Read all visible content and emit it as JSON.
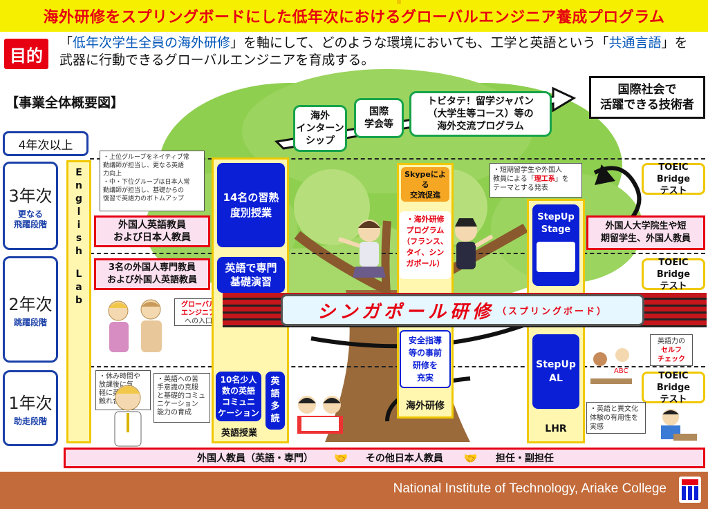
{
  "header": {
    "title": "海外研修をスプリングボードにした低年次におけるグローバルエンジニア養成プログラム"
  },
  "purpose": {
    "badge": "目的",
    "line1_pre": "「",
    "line1_hl1": "低年次学生全員の海外研修",
    "line1_mid": "」を軸にして、どのような環境においても、工学と英語という「",
    "line1_hl2": "共通言語",
    "line1_post": "」を",
    "line2": "武器に行動できるグローバルエンジニアを育成する。"
  },
  "overview_label": "【事業全体概要図】",
  "goal": {
    "line1": "国際社会で",
    "line2": "活躍できる技術者"
  },
  "top_programs": {
    "internship": [
      "海外",
      "インターン",
      "シップ"
    ],
    "conference": [
      "国際",
      "学会等"
    ],
    "tobitate": [
      "トビタテ！留学ジャパン",
      "（大学生等コース）等の",
      "海外交流プログラム"
    ]
  },
  "stages": {
    "year4": "4年次以上",
    "year3": {
      "label": "3年次",
      "sub": [
        "更なる",
        "飛躍段階"
      ]
    },
    "year2": {
      "label": "2年次",
      "sub": [
        "跳躍段階"
      ]
    },
    "year1": {
      "label": "1年次",
      "sub": [
        "助走段階"
      ]
    }
  },
  "english_lab": {
    "letters": [
      "E",
      "n",
      "g",
      "l",
      "i",
      "s",
      "h",
      "",
      "L",
      "a",
      "b"
    ]
  },
  "notes": {
    "year3_top": [
      "・上位グループをネイティブ常",
      "勤講師が担当し、更なる英語",
      "力向上",
      "・中・下位グループは日本人常",
      "勤講師が担当し、基礎からの",
      "復習で英語力のボトムアップ"
    ],
    "year1_lab": [
      "・休み時間や",
      "放課後に気",
      "軽に英語と",
      "触れ合う場"
    ],
    "year1_english": [
      "・英語への苦",
      "手意識の克服",
      "と基礎的コミュ",
      "ニケーション",
      "能力の育成"
    ],
    "year3_study": [
      "・短期留学生や外国人",
      "教員による「",
      "理工系",
      "」を",
      "テーマとする発表"
    ],
    "year1_culture": [
      "・英語と異文化",
      "体験の有用性を",
      "実感"
    ],
    "global_engineer": [
      "グローバル",
      "エンジニア",
      "への入口"
    ],
    "self_check": [
      "英語力の",
      "セルフ",
      "チェック"
    ]
  },
  "boxes": {
    "year3_teachers": [
      "外国人英語教員",
      "および日本人教員"
    ],
    "year2_teachers": [
      "3名の外国人専門教員",
      "および外国人英語教員"
    ],
    "level_class": [
      "14名の習熟",
      "度別授業"
    ],
    "specialty_english": [
      "英語で専門",
      "基礎演習"
    ],
    "comm_class": [
      "10名少人",
      "数の英語",
      "コミュニ",
      "ケーション"
    ],
    "reading": [
      "英",
      "語",
      "多",
      "読"
    ],
    "english_class": "英語授業",
    "skype": [
      "Skypeによる",
      "交流促進"
    ],
    "overseas_program": [
      "・海外研修",
      "プログラム",
      "（フランス、",
      "タイ、シン",
      "ガポール）"
    ],
    "safety": [
      "安全指導",
      "等の事前",
      "研修を",
      "充実"
    ],
    "overseas_training": "海外研修",
    "stepup_stage": [
      "StepUp",
      "Stage"
    ],
    "stepup_al": [
      "StepUp",
      "AL"
    ],
    "lhr": "LHR",
    "year3_foreign": [
      "外国人大学院生や短",
      "期留学生、外国人教員"
    ],
    "toeic_1": [
      "TOEIC Bridge",
      "テスト"
    ],
    "toeic_2": [
      "TOEIC Bridge",
      "テスト"
    ],
    "toeic_3": [
      "TOEIC Bridge",
      "テスト"
    ]
  },
  "singapore": {
    "main": "シンガポール研修",
    "sub": "（スプリングボード）"
  },
  "bottom_bar": {
    "item1": "外国人教員（英語・専門）",
    "item2": "その他日本人教員",
    "item3": "担任・副担任"
  },
  "footer": {
    "institution": "National Institute of Technology, Ariake College"
  },
  "colors": {
    "title_bg": "#f6f000",
    "title_fg": "#e60012",
    "accent_blue": "#0a1fd6",
    "stage_border": "#1a3fa8",
    "footer_bg": "#c36b3a",
    "tree_green": "#7cc242"
  }
}
